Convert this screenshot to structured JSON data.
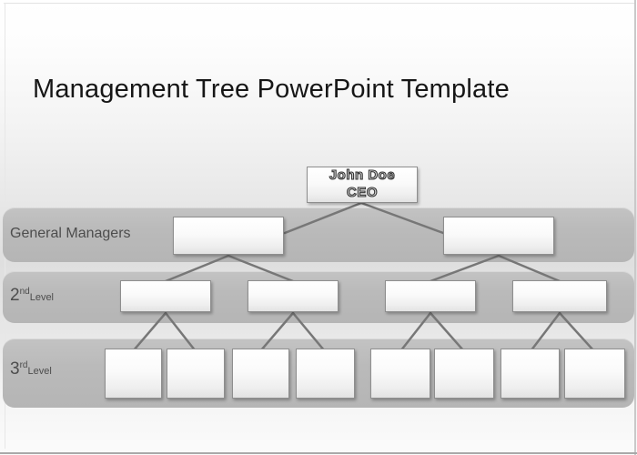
{
  "slide": {
    "title": "Management Tree PowerPoint Template"
  },
  "org_chart": {
    "root": {
      "name": "John Doe",
      "role": "CEO"
    },
    "bands": [
      {
        "label": "General Managers",
        "box_count": 2
      },
      {
        "number": "2",
        "ordinal": "nd",
        "label": " Level",
        "box_count": 4
      },
      {
        "number": "3",
        "ordinal": "rd",
        "label": "Level",
        "box_count": 8
      }
    ]
  },
  "colors": {
    "band_fill": "#bcbcbc",
    "connector_line": "#777777",
    "box_border": "#8e8e8e",
    "band_label_text": "#4d4d4d",
    "title_text": "#161616"
  }
}
